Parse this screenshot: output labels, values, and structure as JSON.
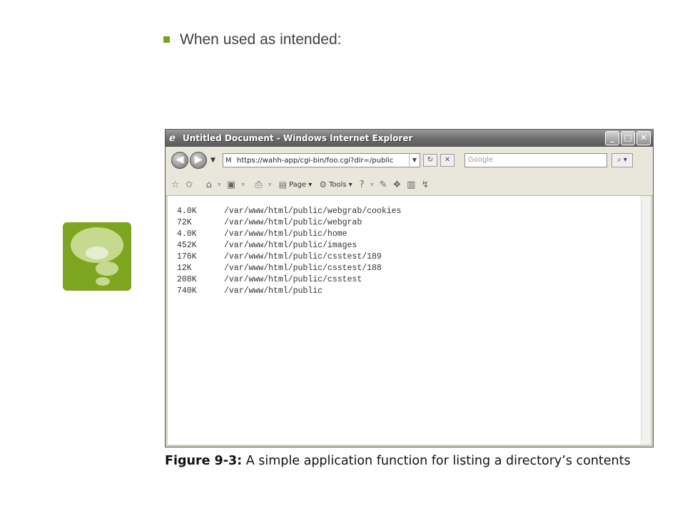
{
  "slide": {
    "bullet_text": "When used as intended:",
    "accent_color": "#77a21b",
    "note_icon": "thought-bubble-icon"
  },
  "window": {
    "title": "Untitled Document - Windows Internet Explorer",
    "address": "https://wahh-app/cgi-bin/foo.cgi?dir=/public",
    "search_placeholder": "Google",
    "toolbar": {
      "page_label": "Page",
      "tools_label": "Tools"
    }
  },
  "listing": [
    {
      "size": "4.0K",
      "path": "/var/www/html/public/webgrab/cookies"
    },
    {
      "size": "72K",
      "path": "/var/www/html/public/webgrab"
    },
    {
      "size": "4.0K",
      "path": "/var/www/html/public/home"
    },
    {
      "size": "452K",
      "path": "/var/www/html/public/images"
    },
    {
      "size": "176K",
      "path": "/var/www/html/public/csstest/189"
    },
    {
      "size": "12K",
      "path": "/var/www/html/public/csstest/188"
    },
    {
      "size": "208K",
      "path": "/var/www/html/public/csstest"
    },
    {
      "size": "740K",
      "path": "/var/www/html/public"
    }
  ],
  "caption": {
    "label": "Figure 9-3:",
    "text": "A simple application function for listing a directory’s contents"
  }
}
